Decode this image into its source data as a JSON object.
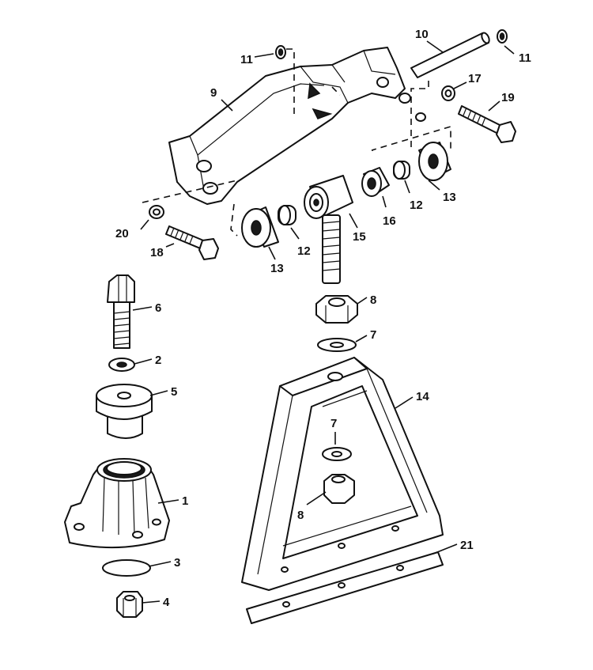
{
  "labels": {
    "p1": "1",
    "p2": "2",
    "p3": "3",
    "p4": "4",
    "p5": "5",
    "p6": "6",
    "p7a": "7",
    "p7b": "7",
    "p8a": "8",
    "p8b": "8",
    "p9": "9",
    "p10": "10",
    "p11a": "11",
    "p11b": "11",
    "p12a": "12",
    "p12b": "12",
    "p13a": "13",
    "p13b": "13",
    "p14": "14",
    "p15": "15",
    "p16": "16",
    "p17": "17",
    "p18": "18",
    "p19": "19",
    "p20": "20",
    "p21": "21"
  }
}
